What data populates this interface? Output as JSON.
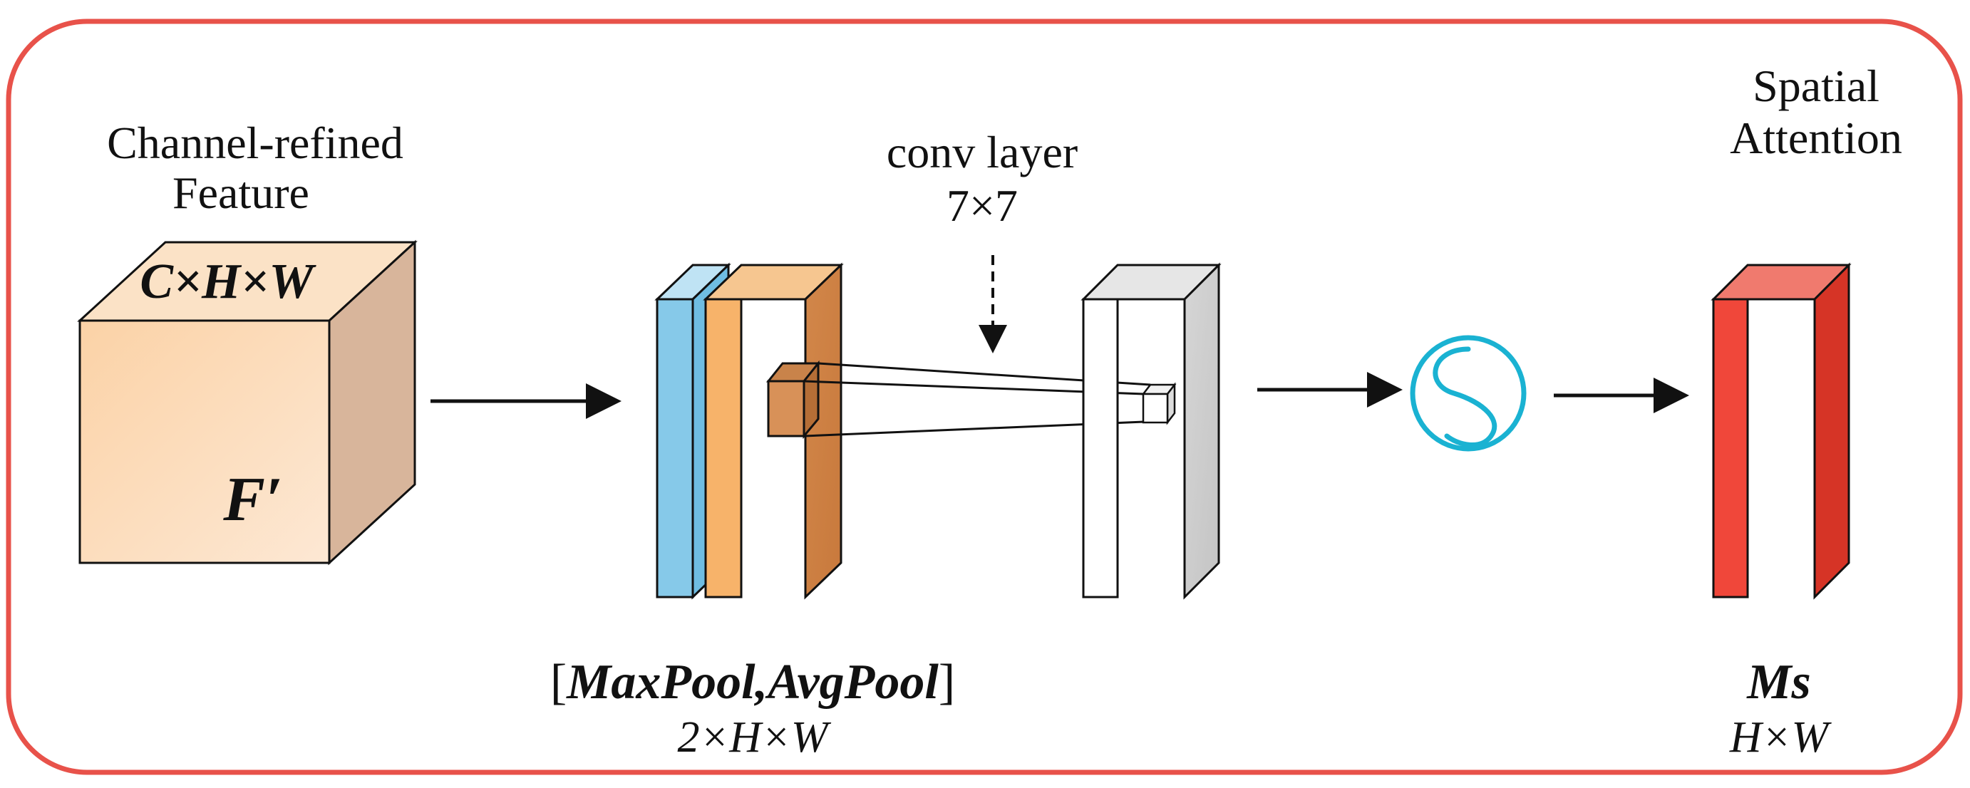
{
  "diagram": {
    "input_label_line1": "Channel-refined",
    "input_label_line2": "Feature",
    "input_dims": "C×H×W",
    "input_symbol": "F′",
    "conv_label_line1": "conv layer",
    "conv_label_line2": "7×7",
    "pool_bracket_open": "[",
    "pool_label": "MaxPool,AvgPool",
    "pool_bracket_close": "]",
    "pool_dims": "2×H×W",
    "output_label_line1": "Spatial",
    "output_label_line2": "Attention",
    "output_symbol": "Ms",
    "output_dims": "H×W"
  },
  "colors": {
    "frame": "#e8524a",
    "cube_front": "#fbd7b0",
    "cube_top": "#fbe3c8",
    "cube_side": "#d9b79d",
    "maxpool_blue": "#6fbde2",
    "avgpool_orange": "#d38a4a",
    "conv_out_gray": "#cccccc",
    "sigmoid_cyan": "#1ab2d2",
    "attention_red": "#e03a2e"
  }
}
